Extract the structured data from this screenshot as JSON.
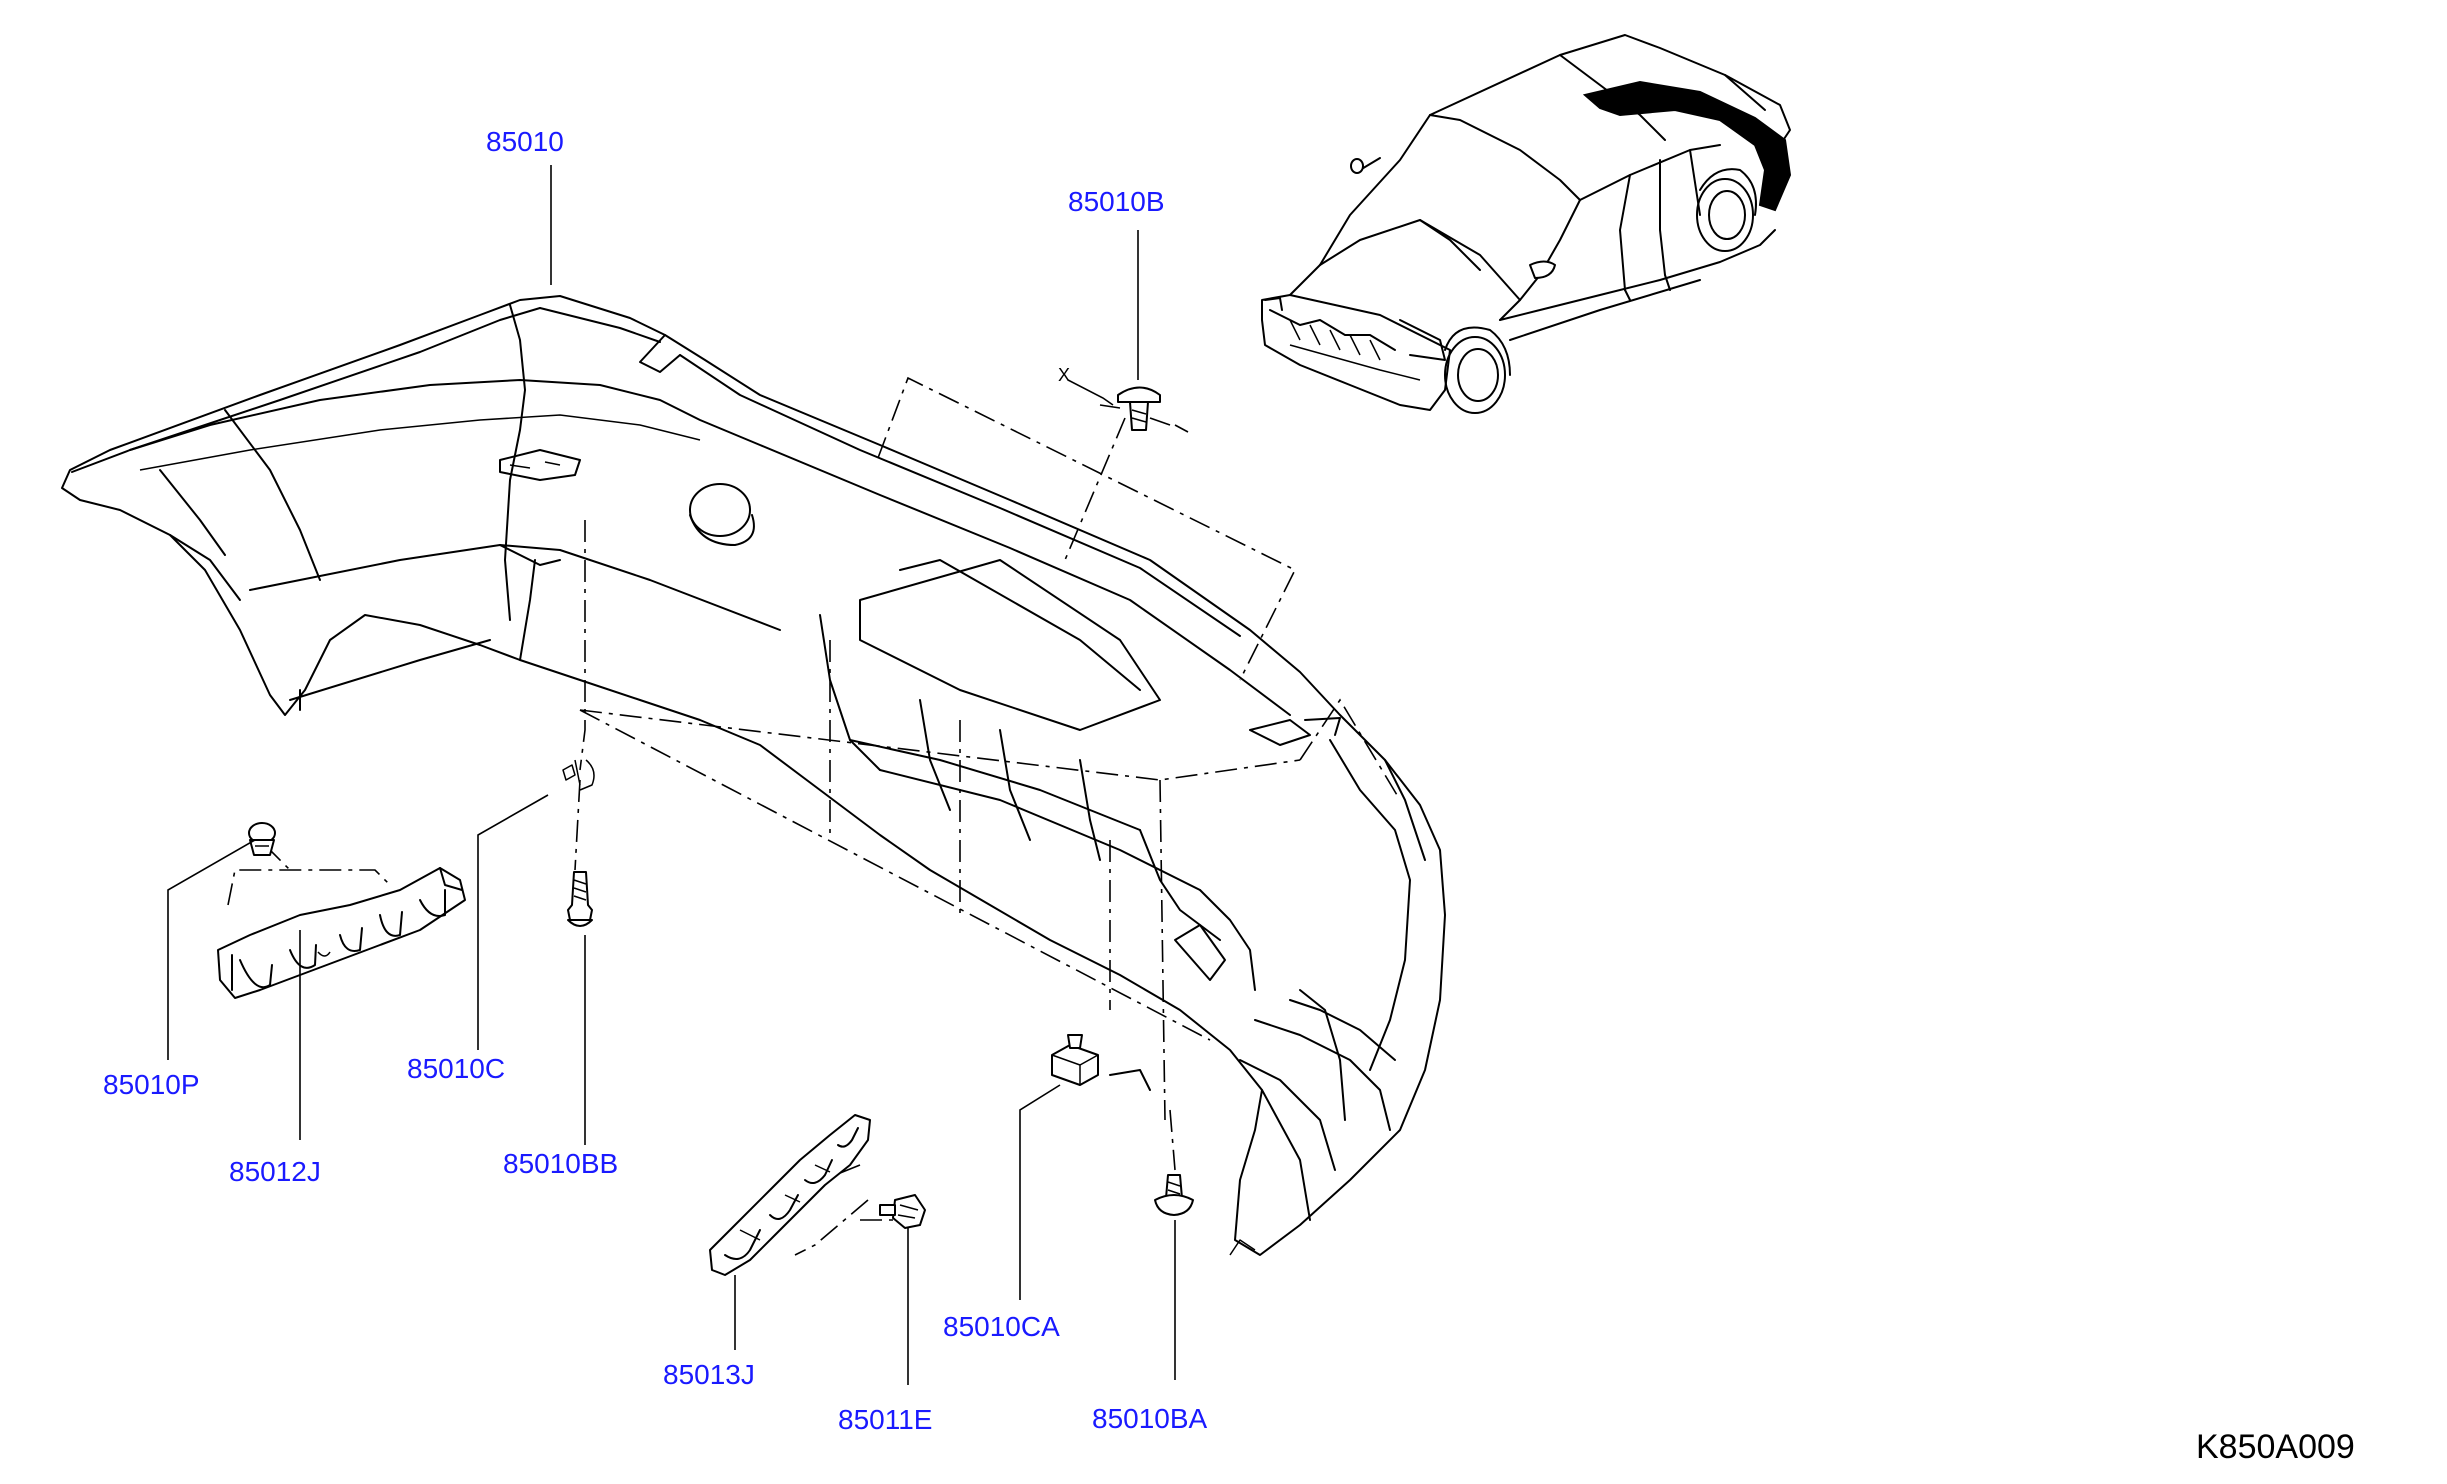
{
  "diagram": {
    "reference_code": "K850A009",
    "dimension_mark": "X",
    "colors": {
      "part_label": "#1a1aff",
      "line": "#000000",
      "background": "#ffffff"
    },
    "labels": {
      "p85010": "85010",
      "p85010B": "85010B",
      "p85010P": "85010P",
      "p85012J": "85012J",
      "p85010C": "85010C",
      "p85010BB": "85010BB",
      "p85013J": "85013J",
      "p85011E": "85011E",
      "p85010CA": "85010CA",
      "p85010BA": "85010BA"
    }
  }
}
